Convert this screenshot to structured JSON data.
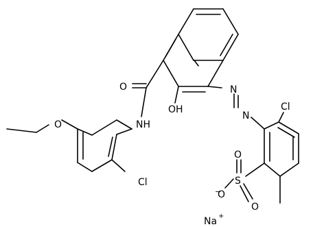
{
  "structure": {
    "atoms": {
      "carbonyl_o": "O",
      "nh": "NH",
      "ethoxy_o": "O",
      "aryl_cl": "Cl",
      "hydroxy": "OH",
      "azo_n1": "N",
      "azo_n2": "N",
      "ring_cl": "Cl",
      "sulfonyl_s": "S",
      "sulfonyl_o_minus": "O",
      "sulfonyl_o_minus_charge": "−",
      "sulfonyl_o_1": "O",
      "sulfonyl_o_2": "O",
      "counterion": "Na",
      "counterion_charge": "+"
    },
    "colors": {
      "bond": "#000000",
      "background": "#ffffff"
    }
  }
}
